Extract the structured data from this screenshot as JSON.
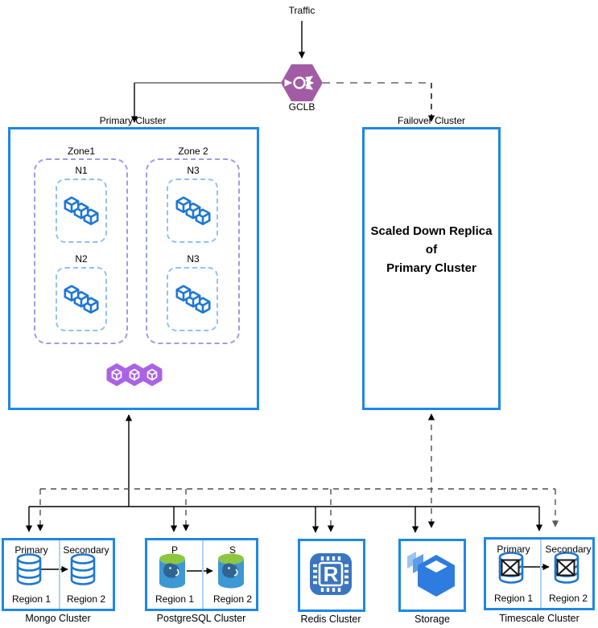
{
  "top": {
    "traffic": "Traffic",
    "gclb": "GCLB"
  },
  "primary": {
    "label": "Primary Cluster",
    "zones": [
      {
        "label": "Zone1",
        "nodes": [
          "N1",
          "N2"
        ]
      },
      {
        "label": "Zone 2",
        "nodes": [
          "N3",
          "N3"
        ]
      }
    ]
  },
  "failover": {
    "label": "Failover Cluster",
    "lines": [
      "Scaled Down Replica",
      "of",
      "Primary Cluster"
    ]
  },
  "clusters": [
    {
      "name": "Mongo Cluster",
      "left_role": "Primary",
      "right_role": "Secondary",
      "left_region": "Region 1",
      "right_region": "Region 2"
    },
    {
      "name": "PostgreSQL Cluster",
      "left_role": "P",
      "right_role": "S",
      "left_region": "Region 1",
      "right_region": "Region 2"
    },
    {
      "name": "Redis Cluster",
      "letter": "R"
    },
    {
      "name": "Storage"
    },
    {
      "name": "Timescale Cluster",
      "left_role": "Primary",
      "right_role": "Secondary",
      "left_region": "Region 1",
      "right_region": "Region 2"
    }
  ],
  "icons": {
    "gclb": "load-balancer-hexagon",
    "node_group": "container-cubes",
    "pods": "kubernetes-pod-hexagons",
    "mongo": "database-cylinder",
    "postgres": "postgresql-elephant-cylinder",
    "redis": "redis-chip",
    "storage": "storage-cubes",
    "timescale": "timescale-crossed-cylinder"
  },
  "colors": {
    "box_border": "#1E88E5",
    "gclb_purple": "#A25CA5",
    "pods_purple": "#AB62E3",
    "zone_dash": "#9C9CE8",
    "node_dash": "#8FC2F2",
    "cube_blue": "#1E78D2",
    "redis_blue": "#3A76C0",
    "storage_blue": "#2E7CE0",
    "postgres_green": "#8DC63F",
    "postgres_body": "#3D98D3"
  }
}
